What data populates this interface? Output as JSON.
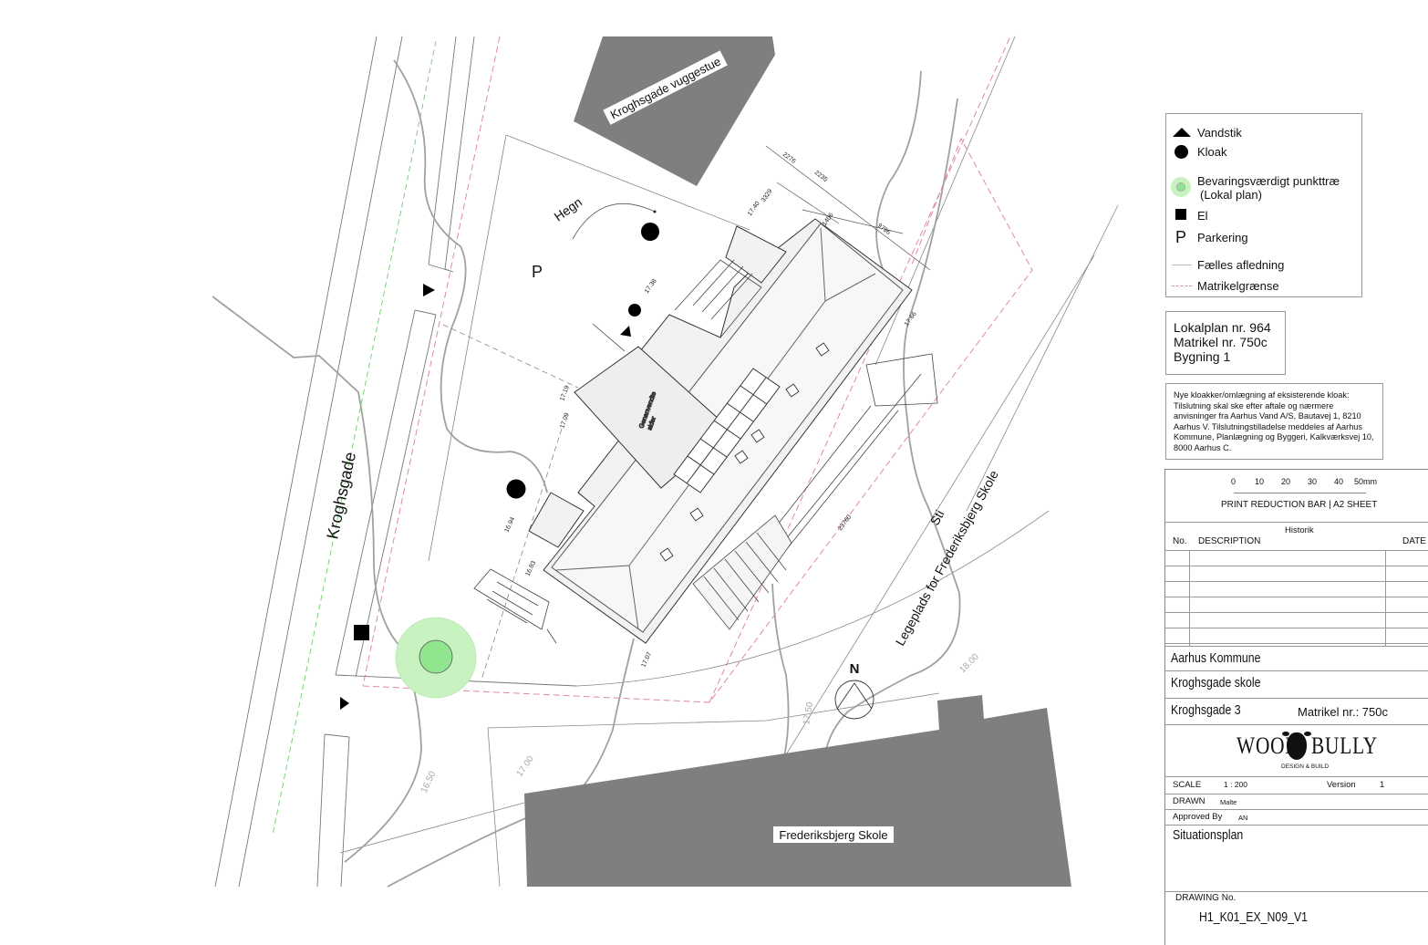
{
  "map": {
    "street": "Kroghsgade",
    "nursery": "Kroghsgade vuggestue",
    "school": "Frederiksbjerg Skole",
    "playground": "Legeplads for Frederiksbjerg Skole",
    "path": "Sti",
    "fence": "Hegn",
    "parking": "P",
    "north": "N",
    "refuse": "Genanvendte\nskfer",
    "elevations": [
      "17.40",
      "17.38",
      "17.19",
      "17.09",
      "16.94",
      "16.83",
      "17.07",
      "17.66"
    ],
    "contours": [
      "16.50",
      "17.00",
      "17.50",
      "18.00"
    ],
    "dims": [
      "2276",
      "2235",
      "3329",
      "1406",
      "9796",
      "23760"
    ]
  },
  "legend": {
    "items": [
      {
        "icon": "triangle-icon",
        "label": "Vandstik"
      },
      {
        "icon": "circle-icon",
        "label": "Kloak"
      },
      {
        "icon": "tree-icon",
        "label": "Bevaringsværdigt punkttræ",
        "label2": "(Lokal plan)"
      },
      {
        "icon": "square-icon",
        "label": "El"
      },
      {
        "icon": "p-icon",
        "label": "Parkering",
        "symbol": "P"
      },
      {
        "icon": "line-icon",
        "label": "Fælles afledning"
      },
      {
        "icon": "dashed-line-icon",
        "label": "Matrikelgrænse"
      }
    ]
  },
  "info": {
    "lokalplan": "Lokalplan nr. 964",
    "matrikel": "Matrikel nr. 750c",
    "bygning": "Bygning 1"
  },
  "note": "Nye kloakker/omlægning af eksisterende kloak: Tilslutning skal ske efter aftale og nærmere anvisninger fra Aarhus Vand A/S, Bautavej 1, 8210 Aarhus V. Tilslutningstilladelse meddeles af Aarhus Kommune, Planlægning og Byggeri, Kalkværksvej 10, 8000 Aarhus C.",
  "titleblock": {
    "scale_ticks": [
      "0",
      "10",
      "20",
      "30",
      "40",
      "50mm"
    ],
    "reduction_bar": "PRINT REDUCTION BAR | A2 SHEET",
    "history_title": "Historik",
    "col_no": "No.",
    "col_desc": "DESCRIPTION",
    "col_date": "DATE",
    "client": "Aarhus Kommune",
    "project": "Kroghsgade skole",
    "address": "Kroghsgade 3",
    "matrikel": "Matrikel nr.: 750c",
    "logo_left": "WOOD",
    "logo_right": "BULLY",
    "logo_sub": "DESIGN & BUILD",
    "scale_label": "SCALE",
    "scale_value": "1 : 200",
    "version_label": "Version",
    "version_value": "1",
    "drawn_label": "DRAWN",
    "drawn_value": "Malte",
    "approved_label": "Approved By",
    "approved_value": "AN",
    "sheet_title": "Situationsplan",
    "drawing_no_label": "DRAWING No.",
    "drawing_no": "H1_K01_EX_N09_V1"
  },
  "colors": {
    "building_fill": "#7f7f7f",
    "tree_fill": "#8fe68f",
    "tree_halo": "#c8f2c0",
    "property_line": "#e08a9a",
    "drain_line": "#7ad07a",
    "contour_line": "#a0a0a0"
  }
}
